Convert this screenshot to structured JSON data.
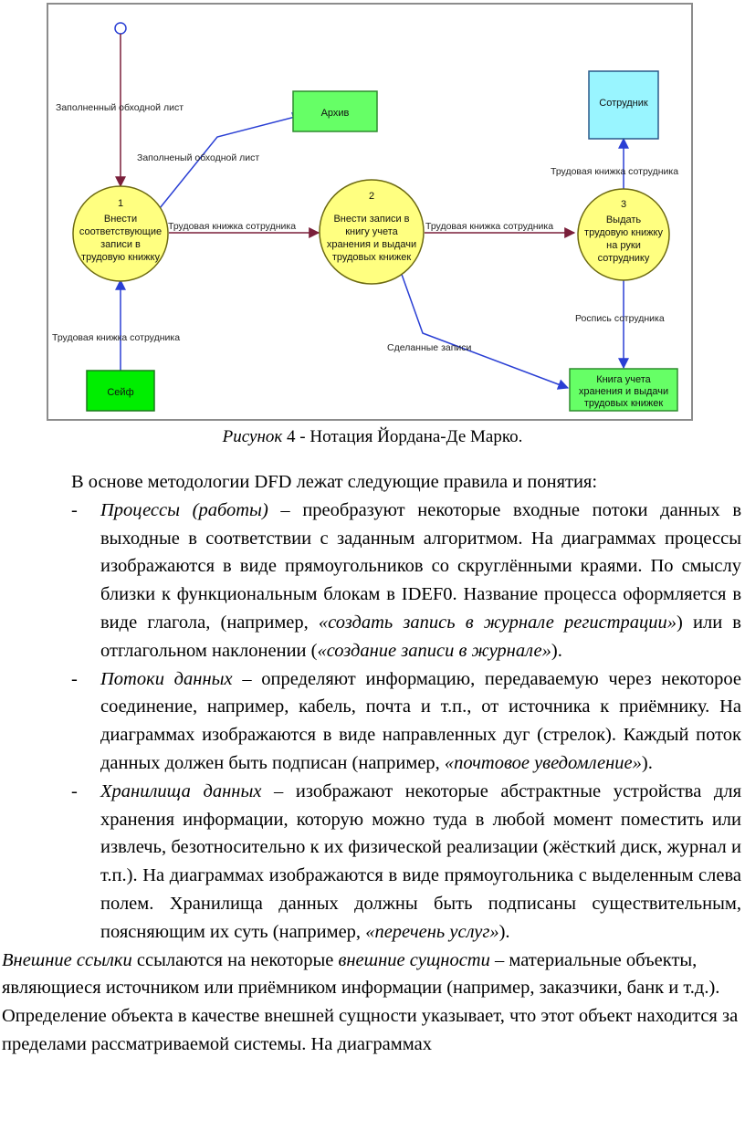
{
  "diagram": {
    "edges": {
      "e_top": "Заполненный обходной лист",
      "e_archive": "Заполненый обходной лист",
      "e_1_2": "Трудовая книжка сотрудника",
      "e_2_3": "Трудовая книжка сотрудника",
      "e_3_emp": "Трудовая книжка сотрудника",
      "e_safe": "Трудовая книжка сотрудника",
      "e_sign": "Роспись сотрудника",
      "e_records": "Сделанные записи"
    },
    "nodes": {
      "p1_num": "1",
      "p1_lines": [
        "Внести",
        "соответствующие",
        "записи в",
        "трудовую книжку"
      ],
      "p2_num": "2",
      "p2_lines": [
        "Внести записи в",
        "книгу учета",
        "хранения и выдачи",
        "трудовых книжек"
      ],
      "p3_num": "3",
      "p3_lines": [
        "Выдать",
        "трудовую книжку",
        "на руки",
        "сотруднику"
      ],
      "archive": "Архив",
      "employee": "Сотрудник",
      "safe": "Сейф",
      "book_lines": [
        "Книга учета",
        "хранения и выдачи",
        "трудовых книжек"
      ]
    },
    "colors": {
      "process_fill": "#ffff80",
      "green_box": "#66ff66",
      "safe_box": "#00ee00",
      "cyan_box": "#99f5ff",
      "edge_dark": "#7a1f3a",
      "edge_blue": "#2a3fd4"
    }
  },
  "caption": {
    "label": "Рисунок",
    "text": " 4 - Нотация Йордана-Де Марко."
  },
  "body": {
    "intro": "В основе методологии DFD лежат следующие правила и понятия:",
    "items": [
      {
        "dash": "-",
        "term": "Процессы (работы)",
        "t1": " – преобразуют некоторые входные потоки данных в выходные в соответствии с заданным алгоритмом. На диаграммах процессы изображаются в виде прямоугольников со скруглёнными краями. По смыслу близки к функциональным блокам в IDEF0. Название процесса оформляется в виде глагола, (например, ",
        "q1": "«создать запись в журнале регистрации»",
        "t2": ") или в отглагольном наклонении (",
        "q2": "«создание записи в журнале»",
        "t3": ")."
      },
      {
        "dash": "-",
        "term": "Потоки данных",
        "t1": " – определяют информацию, передаваемую через некоторое соединение, например, кабель, почта и т.п., от источника к приёмнику. На диаграммах изображаются в виде направленных дуг (стрелок). Каждый поток данных должен быть подписан (например, ",
        "q1": "«почтовое уведомление»",
        "t2": ")."
      },
      {
        "dash": "-",
        "term": "Хранилища данных",
        "t1": " – изображают некоторые абстрактные устройства для хранения информации, которую можно туда в любой момент поместить или извлечь, безотносительно к их физической реализации (жёсткий диск, журнал и т.п.). На диаграммах изображаются в виде прямоугольника с выделенным слева полем. Хранилища данных должны быть подписаны существительным, поясняющим их суть (например, ",
        "q1": "«перечень услуг»",
        "t2": ")."
      }
    ],
    "final": {
      "term1": "Внешние ссылки",
      "t1": " ссылаются на некоторые ",
      "term2": "внешние сущности",
      "t2": " – материальные объекты, являющиеся источником или приёмником информации (например, заказчики, банк и т.д.). Определение объекта в качестве внешней сущности указывает, что этот объект находится за пределами рассматриваемой системы. На диаграммах"
    }
  }
}
